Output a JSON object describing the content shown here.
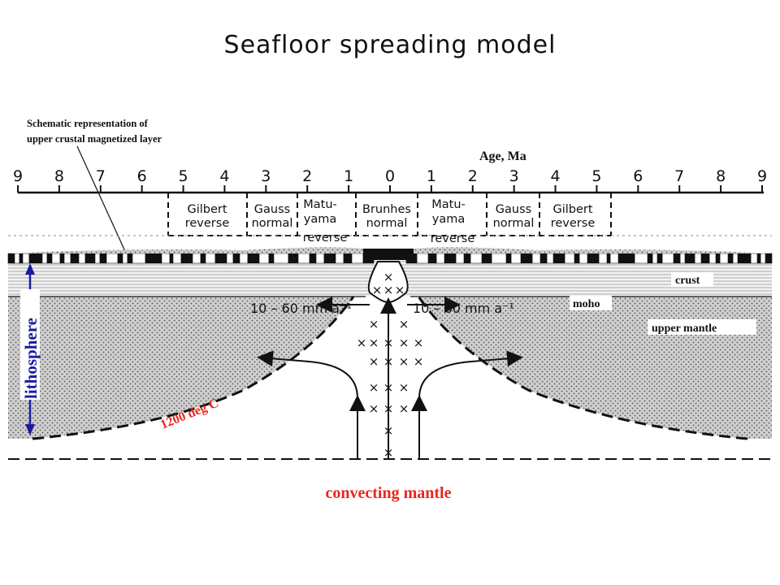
{
  "title": "Seafloor spreading model",
  "annotation": {
    "line1": "Schematic representation of",
    "line2": "upper crustal magnetized layer"
  },
  "age_axis": {
    "label": "Age, Ma",
    "ticks": [
      "9",
      "8",
      "7",
      "6",
      "5",
      "4",
      "3",
      "2",
      "1",
      "0",
      "1",
      "2",
      "3",
      "4",
      "5",
      "6",
      "7",
      "8",
      "9"
    ]
  },
  "polarity": {
    "left": [
      {
        "l1": "Gilbert",
        "l2": "reverse",
        "l3": ""
      },
      {
        "l1": "Gauss",
        "l2": "normal",
        "l3": ""
      },
      {
        "l1": "Matu-",
        "l2": "yama",
        "l3": "reverse"
      }
    ],
    "center": {
      "l1": "Brunhes",
      "l2": "normal"
    },
    "right": [
      {
        "l1": "Matu-",
        "l2": "yama",
        "l3": "reverse"
      },
      {
        "l1": "Gauss",
        "l2": "normal",
        "l3": ""
      },
      {
        "l1": "Gilbert",
        "l2": "reverse",
        "l3": ""
      }
    ]
  },
  "rate_left": "10 – 60 mm a⁻¹",
  "rate_right": "10 – 60 mm a⁻¹",
  "layers": {
    "crust": "crust",
    "moho": "moho",
    "upper_mantle": "upper mantle"
  },
  "lithosphere": "lithosphere",
  "isotherm": "1200 deg C",
  "convecting": "convecting mantle",
  "colors": {
    "accent_red": "#e8261c",
    "accent_blue": "#1b1ba0",
    "ink": "#111111"
  }
}
